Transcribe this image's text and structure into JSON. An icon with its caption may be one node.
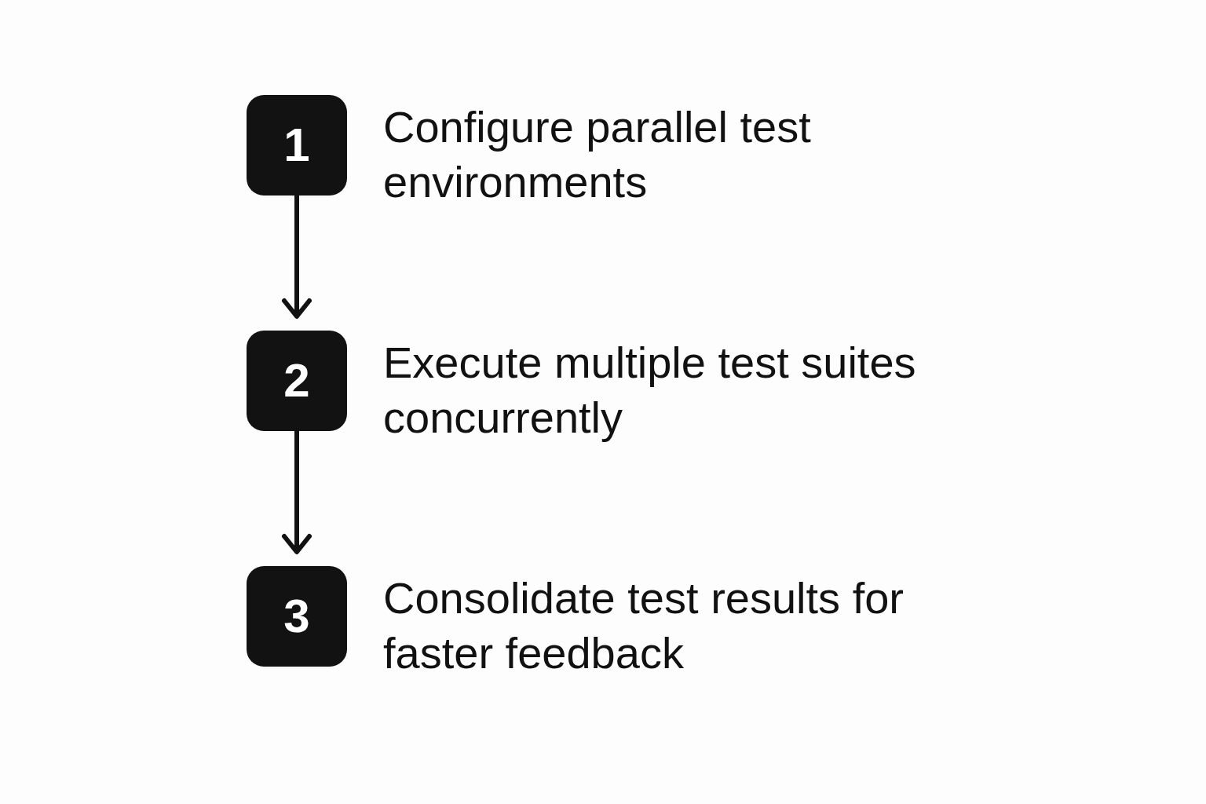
{
  "diagram": {
    "nodes": [
      {
        "text": [
          "1"
        ],
        "beside": [
          "Configure parallel test environments"
        ]
      },
      {
        "text": [
          "2"
        ],
        "beside": [
          "Execute multiple test suites concurrently"
        ]
      },
      {
        "text": [
          "3"
        ],
        "beside": [
          "Consolidate test results for faster feedback"
        ]
      }
    ],
    "edges": [
      {
        "from": 0,
        "to": 1,
        "arrow": "to"
      },
      {
        "from": 1,
        "to": 2,
        "arrow": "to"
      }
    ]
  }
}
